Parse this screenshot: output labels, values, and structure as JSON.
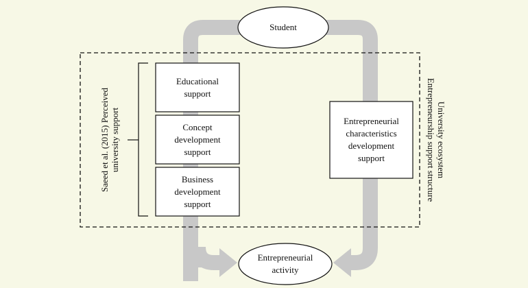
{
  "diagram": {
    "nodes": {
      "student": "Student",
      "educational_support": "Educational\nsupport",
      "concept_support": "Concept\ndevelopment\nsupport",
      "business_support": "Business\ndevelopment\nsupport",
      "entrepreneurial_characteristics": "Entrepreneurial\ncharacteristics\ndevelopment\nsupport",
      "entrepreneurial_activity": "Entrepreneurial\nactivity"
    },
    "labels": {
      "left_bracket": "Saeed et al. (2015) Perceived\nuniversity support",
      "right_side": "University ecosystem\nEntrepreneurship support structure"
    },
    "colors": {
      "background": "#f7f8e6",
      "arrow_fill": "#c8c8c8",
      "box_fill": "#ffffff",
      "border": "#111111"
    }
  }
}
